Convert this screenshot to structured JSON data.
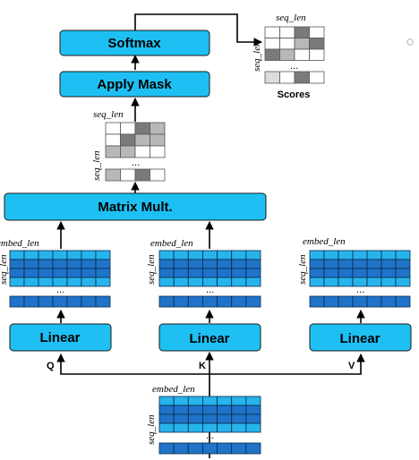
{
  "diagram": {
    "boxes": {
      "softmax": "Softmax",
      "apply_mask": "Apply Mask",
      "matrix_mult": "Matrix Mult.",
      "linear_q": "Linear",
      "linear_k": "Linear",
      "linear_v": "Linear"
    },
    "labels": {
      "seq_len": "seq_len",
      "embed_len": "embed_len",
      "ellipsis": "...",
      "scores": "Scores",
      "q": "Q",
      "k": "K",
      "v": "V"
    },
    "colors": {
      "box_fill": "#1ec0f3",
      "box_border": "#1a1a1a",
      "cell_light": "#27b4ec",
      "cell_dark": "#1f73c9",
      "gray_dark": "#7a7a7a",
      "gray_mid": "#b8b8b8",
      "gray_light": "#dcdcdc"
    }
  }
}
